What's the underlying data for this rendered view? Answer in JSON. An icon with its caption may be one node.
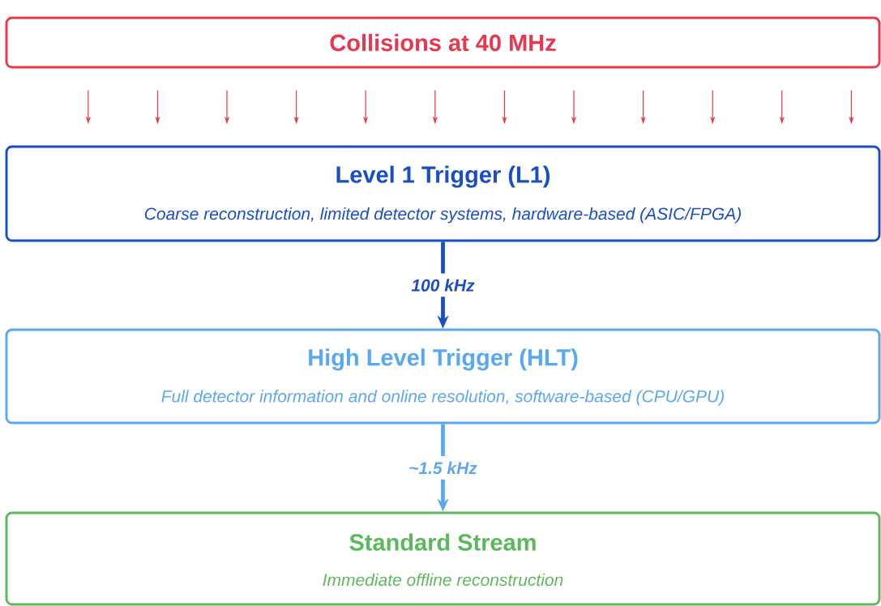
{
  "diagram": {
    "nodes": [
      {
        "text": [
          "Collisions at 40 MHz"
        ]
      },
      {
        "text": [
          "Level 1 Trigger (L1)",
          "Coarse reconstruction, limited detector systems, hardware-based (ASIC/FPGA)"
        ]
      },
      {
        "text": [
          "High Level Trigger (HLT)",
          "Full detector information and online resolution, software-based (CPU/GPU)"
        ]
      },
      {
        "text": [
          "Standard Stream",
          "Immediate offline reconstruction"
        ]
      }
    ],
    "edges": [
      {
        "from": 0,
        "to": 1,
        "arrow": "to",
        "color": "#e8384f"
      },
      {
        "from": 0,
        "to": 1,
        "arrow": "to",
        "color": "#e8384f"
      },
      {
        "from": 0,
        "to": 1,
        "arrow": "to",
        "color": "#e8384f"
      },
      {
        "from": 0,
        "to": 1,
        "arrow": "to",
        "color": "#e8384f"
      },
      {
        "from": 0,
        "to": 1,
        "arrow": "to",
        "color": "#e8384f"
      },
      {
        "from": 0,
        "to": 1,
        "arrow": "to",
        "color": "#e8384f"
      },
      {
        "from": 0,
        "to": 1,
        "arrow": "to",
        "color": "#e8384f"
      },
      {
        "from": 0,
        "to": 1,
        "arrow": "to",
        "color": "#e8384f"
      },
      {
        "from": 0,
        "to": 1,
        "arrow": "to",
        "color": "#e8384f"
      },
      {
        "from": 0,
        "to": 1,
        "arrow": "to",
        "color": "#e8384f"
      },
      {
        "from": 0,
        "to": 1,
        "arrow": "to",
        "color": "#e8384f"
      },
      {
        "from": 0,
        "to": 1,
        "arrow": "to",
        "color": "#e8384f"
      },
      {
        "from": 1,
        "to": 2,
        "arrow": "to",
        "label": "100 kHz",
        "style": "thick",
        "color": "#1a4fc4"
      },
      {
        "from": 2,
        "to": 3,
        "arrow": "to",
        "label": "~1.5 kHz",
        "style": "thick",
        "color": "#5aa9f0"
      }
    ]
  }
}
